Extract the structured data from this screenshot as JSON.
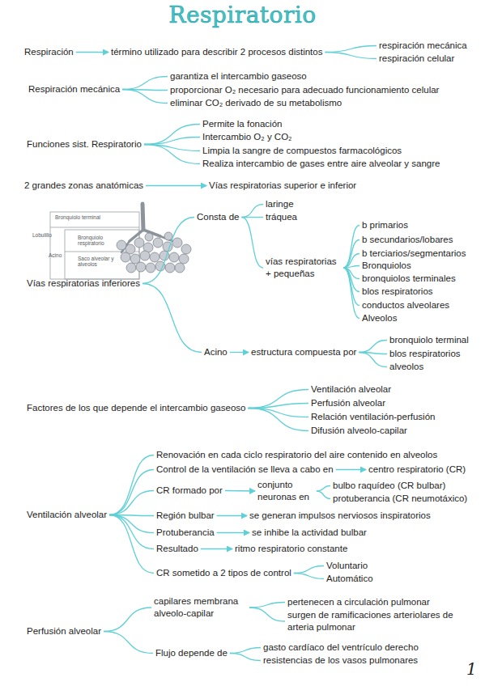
{
  "diagram": {
    "title": "Respiratorio",
    "nodes": [
      {
        "text": [
          "Respiración"
        ]
      },
      {
        "text": [
          "término utilizado para describir 2 procesos distintos"
        ]
      },
      {
        "text": [
          "respiración mecánica"
        ]
      },
      {
        "text": [
          "respiración celular"
        ]
      },
      {
        "text": [
          "Respiración mecánica"
        ]
      },
      {
        "text": [
          "garantiza el intercambio gaseoso"
        ]
      },
      {
        "text": [
          "proporcionar O₂ necesario para adecuado funcionamiento celular"
        ]
      },
      {
        "text": [
          "eliminar CO₂ derivado de su metabolismo"
        ]
      },
      {
        "text": [
          "Funciones sist. Respiratorio"
        ]
      },
      {
        "text": [
          "Permite la fonación"
        ]
      },
      {
        "text": [
          "Intercambio O₂ y CO₂"
        ]
      },
      {
        "text": [
          "Limpia la sangre de compuestos farmacológicos"
        ]
      },
      {
        "text": [
          "Realiza intercambio de gases entre aire alveolar y sangre"
        ]
      },
      {
        "text": [
          "2 grandes zonas anatómicas"
        ]
      },
      {
        "text": [
          "Vías respiratorias superior e inferior"
        ]
      },
      {
        "text": [
          "Vías respiratorias inferiores"
        ]
      },
      {
        "text": [
          "Consta de"
        ]
      },
      {
        "text": [
          "laringe"
        ]
      },
      {
        "text": [
          "tráquea"
        ]
      },
      {
        "text": [
          "vías respiratorias + pequeñas"
        ]
      },
      {
        "text": [
          "b primarios"
        ]
      },
      {
        "text": [
          "b secundarios/lobares"
        ]
      },
      {
        "text": [
          "b terciarios/segmentarios"
        ]
      },
      {
        "text": [
          "Bronquiolos"
        ]
      },
      {
        "text": [
          "bronquiolos terminales"
        ]
      },
      {
        "text": [
          "blos respiratorios"
        ]
      },
      {
        "text": [
          "conductos alveolares"
        ]
      },
      {
        "text": [
          "Alveolos"
        ]
      },
      {
        "text": [
          "Acino"
        ]
      },
      {
        "text": [
          "estructura compuesta por"
        ]
      },
      {
        "text": [
          "bronquiolo terminal"
        ]
      },
      {
        "text": [
          "blos respiratorios"
        ]
      },
      {
        "text": [
          "alveolos"
        ]
      },
      {
        "text": [
          "Factores de los que depende el intercambio gaseoso"
        ]
      },
      {
        "text": [
          "Ventilación alveolar"
        ]
      },
      {
        "text": [
          "Perfusión alveolar"
        ]
      },
      {
        "text": [
          "Relación ventilación-perfusión"
        ]
      },
      {
        "text": [
          "Difusión alveolo-capilar"
        ]
      },
      {
        "text": [
          "Ventilación alveolar"
        ]
      },
      {
        "text": [
          "Renovación en cada ciclo respiratorio del aire contenido en alveolos"
        ]
      },
      {
        "text": [
          "Control de la ventilación se lleva a cabo en"
        ]
      },
      {
        "text": [
          "centro respiratorio (CR)"
        ]
      },
      {
        "text": [
          "CR formado por"
        ]
      },
      {
        "text": [
          "conjunto neuronas en"
        ]
      },
      {
        "text": [
          "bulbo raquídeo (CR bulbar)"
        ]
      },
      {
        "text": [
          "protuberancia (CR neumotáxico)"
        ]
      },
      {
        "text": [
          "Región bulbar"
        ]
      },
      {
        "text": [
          "se generan impulsos nerviosos inspiratorios"
        ]
      },
      {
        "text": [
          "Protuberancia"
        ]
      },
      {
        "text": [
          "se inhibe la actividad bulbar"
        ]
      },
      {
        "text": [
          "Resultado"
        ]
      },
      {
        "text": [
          "ritmo respiratorio constante"
        ]
      },
      {
        "text": [
          "CR sometido a 2 tipos de control"
        ]
      },
      {
        "text": [
          "Voluntario"
        ]
      },
      {
        "text": [
          "Automático"
        ]
      },
      {
        "text": [
          "Perfusión alveolar"
        ]
      },
      {
        "text": [
          "capilares membrana alveolo-capilar"
        ]
      },
      {
        "text": [
          "Flujo depende de"
        ]
      },
      {
        "text": [
          "pertenecen a circulación pulmonar"
        ]
      },
      {
        "text": [
          "surgen de ramificaciones arteriolares de arteria pulmonar"
        ]
      },
      {
        "text": [
          "gasto cardíaco del ventrículo derecho"
        ]
      },
      {
        "text": [
          "resistencias de los vasos pulmonares"
        ]
      }
    ],
    "edges": [
      {
        "from": 0,
        "to": 1,
        "arrow": "to"
      },
      {
        "from": 1,
        "to": 2,
        "arrow": "none"
      },
      {
        "from": 1,
        "to": 3,
        "arrow": "none"
      },
      {
        "from": 4,
        "to": 5,
        "arrow": "none"
      },
      {
        "from": 4,
        "to": 6,
        "arrow": "none"
      },
      {
        "from": 4,
        "to": 7,
        "arrow": "none"
      },
      {
        "from": 8,
        "to": 9,
        "arrow": "none"
      },
      {
        "from": 8,
        "to": 10,
        "arrow": "none"
      },
      {
        "from": 8,
        "to": 11,
        "arrow": "none"
      },
      {
        "from": 8,
        "to": 12,
        "arrow": "none"
      },
      {
        "from": 13,
        "to": 14,
        "arrow": "to"
      },
      {
        "from": 15,
        "to": 16,
        "arrow": "none"
      },
      {
        "from": 15,
        "to": 28,
        "arrow": "none"
      },
      {
        "from": 16,
        "to": 17,
        "arrow": "none"
      },
      {
        "from": 16,
        "to": 18,
        "arrow": "none"
      },
      {
        "from": 16,
        "to": 19,
        "arrow": "none"
      },
      {
        "from": 19,
        "to": 20,
        "arrow": "none"
      },
      {
        "from": 19,
        "to": 21,
        "arrow": "none"
      },
      {
        "from": 19,
        "to": 22,
        "arrow": "none"
      },
      {
        "from": 19,
        "to": 23,
        "arrow": "none"
      },
      {
        "from": 19,
        "to": 24,
        "arrow": "none"
      },
      {
        "from": 19,
        "to": 25,
        "arrow": "none"
      },
      {
        "from": 19,
        "to": 26,
        "arrow": "none"
      },
      {
        "from": 19,
        "to": 27,
        "arrow": "none"
      },
      {
        "from": 28,
        "to": 29,
        "arrow": "to"
      },
      {
        "from": 29,
        "to": 30,
        "arrow": "none"
      },
      {
        "from": 29,
        "to": 31,
        "arrow": "none"
      },
      {
        "from": 29,
        "to": 32,
        "arrow": "none"
      },
      {
        "from": 33,
        "to": 34,
        "arrow": "none"
      },
      {
        "from": 33,
        "to": 35,
        "arrow": "none"
      },
      {
        "from": 33,
        "to": 36,
        "arrow": "none"
      },
      {
        "from": 33,
        "to": 37,
        "arrow": "none"
      },
      {
        "from": 38,
        "to": 39,
        "arrow": "none"
      },
      {
        "from": 38,
        "to": 40,
        "arrow": "none"
      },
      {
        "from": 38,
        "to": 42,
        "arrow": "none"
      },
      {
        "from": 38,
        "to": 46,
        "arrow": "none"
      },
      {
        "from": 38,
        "to": 48,
        "arrow": "none"
      },
      {
        "from": 38,
        "to": 50,
        "arrow": "none"
      },
      {
        "from": 38,
        "to": 52,
        "arrow": "none"
      },
      {
        "from": 40,
        "to": 41,
        "arrow": "to"
      },
      {
        "from": 42,
        "to": 43,
        "arrow": "to"
      },
      {
        "from": 43,
        "to": 44,
        "arrow": "none"
      },
      {
        "from": 43,
        "to": 45,
        "arrow": "none"
      },
      {
        "from": 46,
        "to": 47,
        "arrow": "to"
      },
      {
        "from": 48,
        "to": 49,
        "arrow": "to"
      },
      {
        "from": 50,
        "to": 51,
        "arrow": "to"
      },
      {
        "from": 52,
        "to": 53,
        "arrow": "none"
      },
      {
        "from": 52,
        "to": 54,
        "arrow": "none"
      },
      {
        "from": 55,
        "to": 56,
        "arrow": "none"
      },
      {
        "from": 55,
        "to": 57,
        "arrow": "none"
      },
      {
        "from": 56,
        "to": 58,
        "arrow": "none"
      },
      {
        "from": 56,
        "to": 59,
        "arrow": "none"
      },
      {
        "from": 57,
        "to": 60,
        "arrow": "none"
      },
      {
        "from": 57,
        "to": 61,
        "arrow": "none"
      }
    ],
    "labels": [
      "Bronquiolo terminal",
      "Lobulillo",
      "Acino",
      "Bronquiolo respiratorio",
      "Saco alveolar y alveolos",
      "1"
    ]
  }
}
